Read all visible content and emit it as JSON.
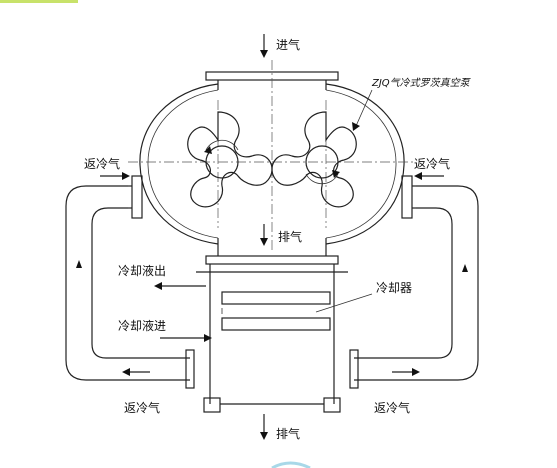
{
  "labels": {
    "inlet": "进气",
    "exhaust_mid": "排气",
    "exhaust_bottom": "排气",
    "return_left": "返冷气",
    "return_right": "返冷气",
    "return_bottom_left": "返冷气",
    "return_bottom_right": "返冷气",
    "coolant_out": "冷却液出",
    "coolant_in": "冷却液进",
    "cooler": "冷却器",
    "title": "ZJQ气冷式罗茨真空泵"
  },
  "colors": {
    "line": "#222222",
    "accent_bar": "#c8e26a",
    "accent_ring": "#a8d8e8"
  }
}
